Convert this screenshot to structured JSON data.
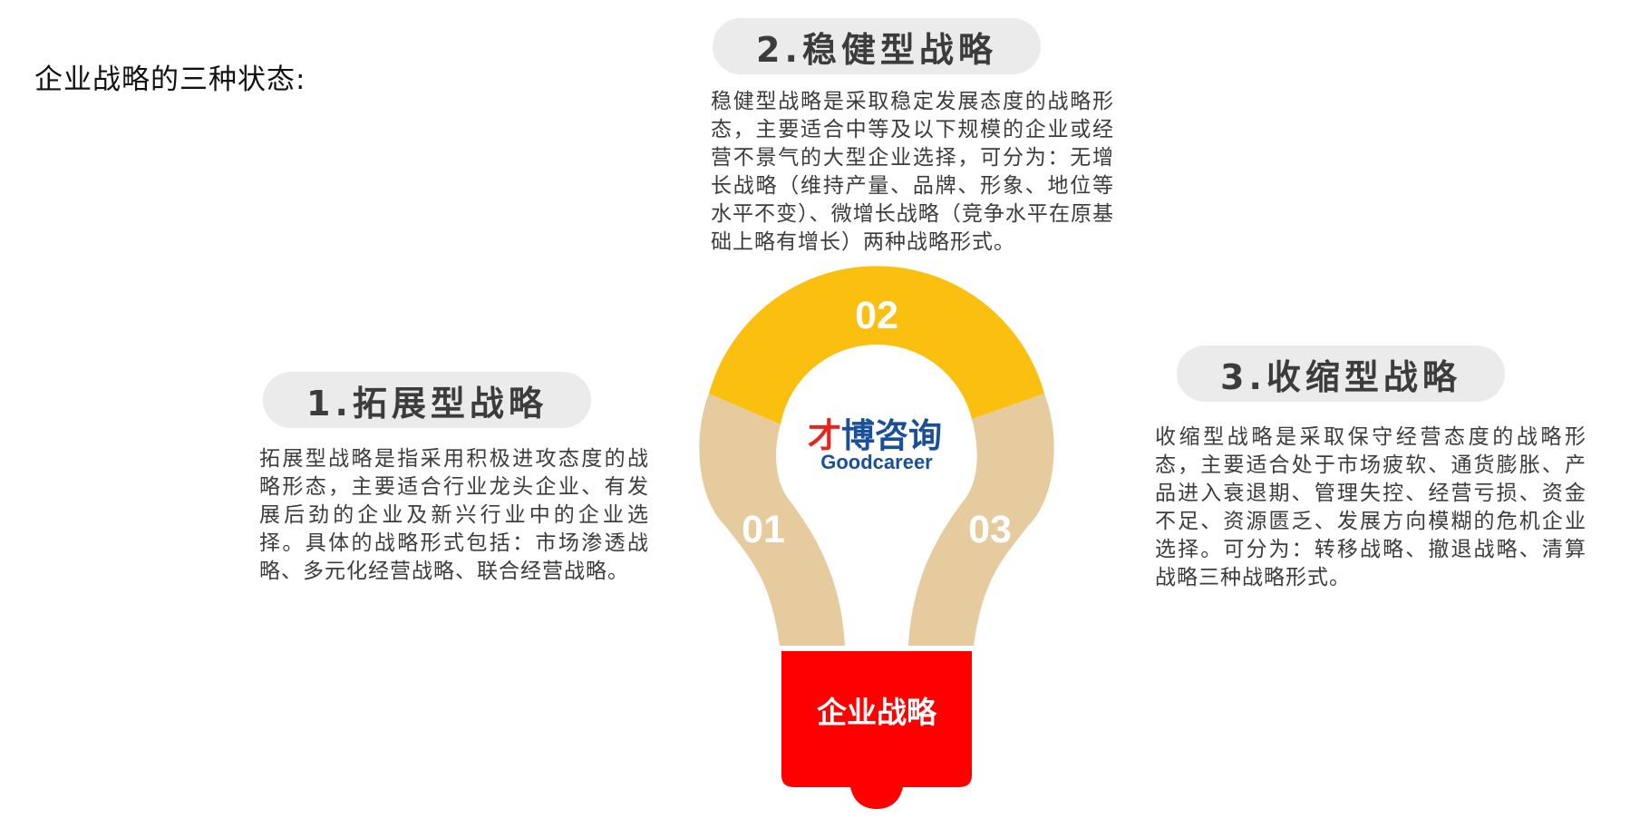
{
  "page": {
    "title": "企业战略的三种状态:"
  },
  "bulb": {
    "segments": [
      {
        "number": "01",
        "color": "#e6cb9f"
      },
      {
        "number": "02",
        "color": "#fbbf0f"
      },
      {
        "number": "03",
        "color": "#e6cb9f"
      }
    ],
    "base_label": "企业战略",
    "base_color": "#ff0000",
    "logo": {
      "chinese": "才博咨询",
      "english": "Goodcareer",
      "colors": [
        "#e6231f",
        "#1a4f9c"
      ]
    }
  },
  "strategies": [
    {
      "heading": "1.拓展型战略",
      "text": "拓展型战略是指采用积极进攻态度的战略形态，主要适合行业龙头企业、有发展后劲的企业及新兴行业中的企业选择。具体的战略形式包括：市场渗透战略、多元化经营战略、联合经营战略。"
    },
    {
      "heading": "2.稳健型战略",
      "text": "稳健型战略是采取稳定发展态度的战略形态，主要适合中等及以下规模的企业或经营不景气的大型企业选择，可分为：无增长战略（维持产量、品牌、形象、地位等水平不变）、微增长战略（竞争水平在原基础上略有增长）两种战略形式。"
    },
    {
      "heading": "3.收缩型战略",
      "text": "收缩型战略是采取保守经营态度的战略形态，主要适合处于市场疲软、通货膨胀、产品进入衰退期、管理失控、经营亏损、资金不足、资源匮乏、发展方向模糊的危机企业选择。可分为：转移战略、撤退战略、清算战略三种战略形式。"
    }
  ]
}
